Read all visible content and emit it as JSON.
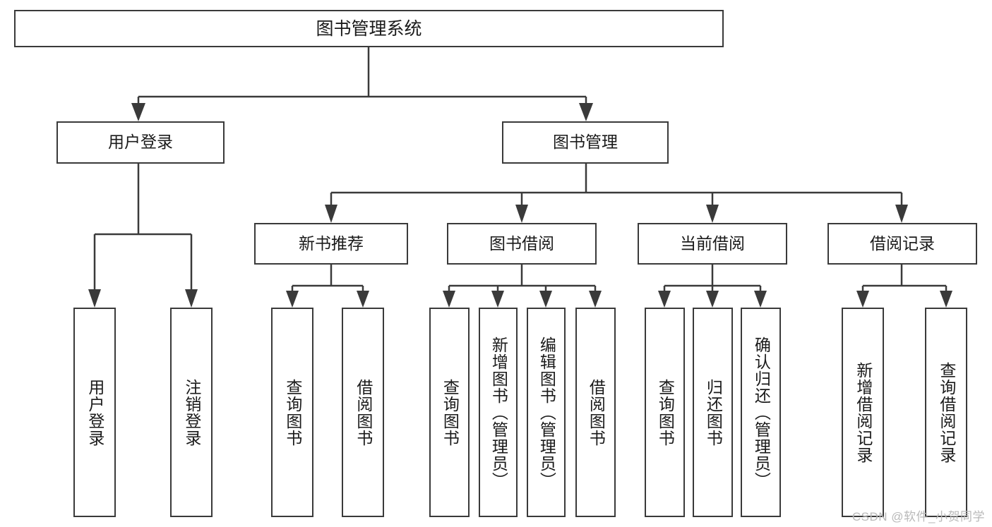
{
  "diagram": {
    "title": "图书管理系统",
    "type": "tree-hierarchy-diagram",
    "colors": {
      "stroke": "#3a3a3a",
      "fill": "#ffffff",
      "text": "#1a1a1a",
      "watermark": "#b9b9b9"
    },
    "root": {
      "label": "图书管理系统"
    },
    "level1": [
      {
        "label": "用户登录"
      },
      {
        "label": "图书管理"
      }
    ],
    "level2": [
      {
        "label": "新书推荐"
      },
      {
        "label": "图书借阅"
      },
      {
        "label": "当前借阅"
      },
      {
        "label": "借阅记录"
      }
    ],
    "leaves": {
      "user_login": [
        {
          "label": "用户登录"
        },
        {
          "label": "注销登录"
        }
      ],
      "new_book_recommend": [
        {
          "label": "查询图书"
        },
        {
          "label": "借阅图书"
        }
      ],
      "book_borrow": [
        {
          "label": "查询图书"
        },
        {
          "label": "新增图书（管理员）"
        },
        {
          "label": "编辑图书（管理员）"
        },
        {
          "label": "借阅图书"
        }
      ],
      "current_borrow": [
        {
          "label": "查询图书"
        },
        {
          "label": "归还图书"
        },
        {
          "label": "确认归还（管理员）"
        }
      ],
      "borrow_record": [
        {
          "label": "新增借阅记录"
        },
        {
          "label": "查询借阅记录"
        }
      ]
    }
  },
  "watermark": {
    "text": "CSDN @软件_小贺同学"
  }
}
